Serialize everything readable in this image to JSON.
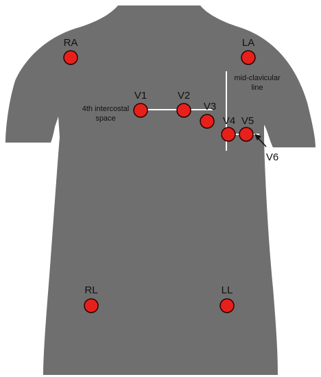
{
  "colors": {
    "background": "#ffffff",
    "torso": "#6f6f6f",
    "electrode_fill": "#e8201c",
    "electrode_stroke": "#2a0000",
    "guide_lines": "#ffffff",
    "text": "#111111"
  },
  "electrodes": {
    "ra": "RA",
    "la": "LA",
    "v1": "V1",
    "v2": "V2",
    "v3": "V3",
    "v4": "V4",
    "v5": "V5",
    "v6": "V6",
    "rl": "RL",
    "ll": "LL"
  },
  "annotations": {
    "intercostal_line1": "4th intercostal",
    "intercostal_line2": "space",
    "clavicular_line1": "mid-clavicular",
    "clavicular_line2": "line"
  }
}
